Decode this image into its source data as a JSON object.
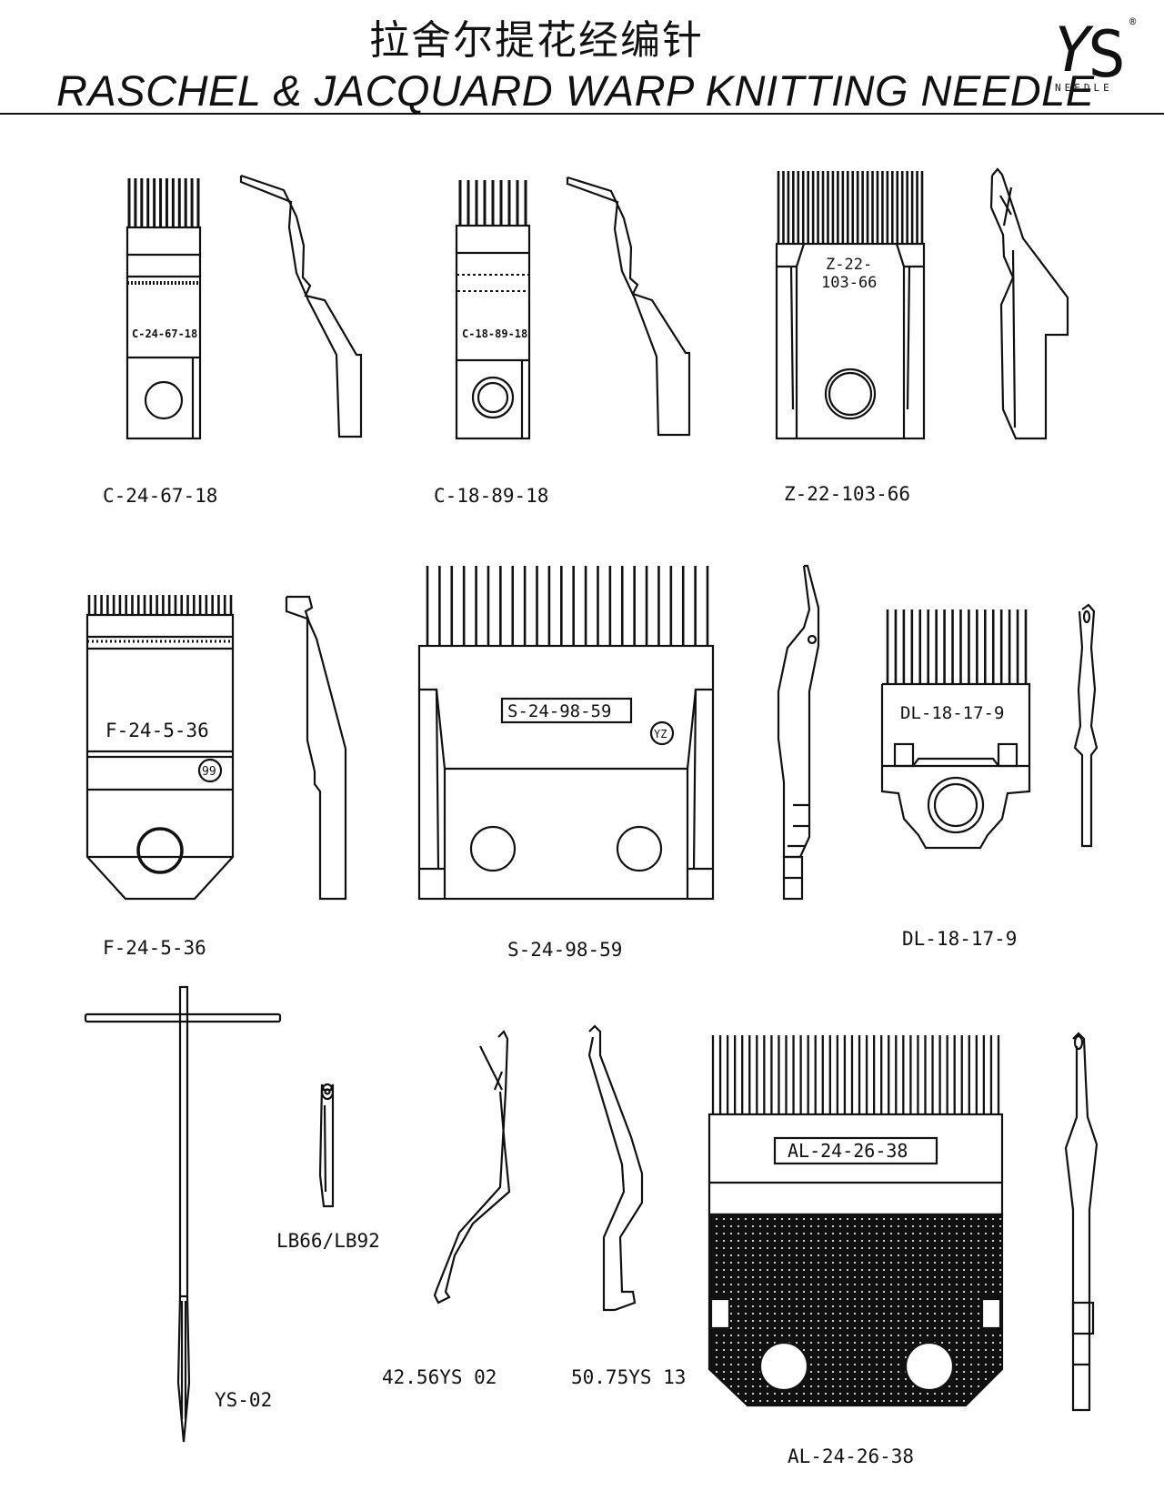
{
  "header": {
    "title_cn": "拉舍尔提花经编针",
    "title_en": "RASCHEL & JACQUARD WARP KNITTING NEEDLE"
  },
  "logo": {
    "letters": "YS",
    "subtitle": "NEEDLE",
    "mark": "®",
    "colors": {
      "y": "#d63838",
      "s": "#2f5f9e"
    }
  },
  "parts": [
    {
      "caption": "C-24-67-18",
      "body_label": "C-24-67-18"
    },
    {
      "caption": "C-18-89-18",
      "body_label": "C-18-89-18"
    },
    {
      "caption": "Z-22-103-66",
      "body_label_line1": "Z-22-",
      "body_label_line2": "103-66"
    },
    {
      "caption": "F-24-5-36",
      "body_label": "F-24-5-36",
      "badge": "99"
    },
    {
      "caption": "S-24-98-59",
      "body_label": "S-24-98-59",
      "badge": "YZ"
    },
    {
      "caption": "DL-18-17-9",
      "body_label": "DL-18-17-9"
    },
    {
      "caption": "YS-02"
    },
    {
      "caption": "LB66/LB92"
    },
    {
      "caption": "42.56YS 02"
    },
    {
      "caption": "50.75YS 13"
    },
    {
      "caption": "AL-24-26-38",
      "body_label": "AL-24-26-38"
    }
  ]
}
